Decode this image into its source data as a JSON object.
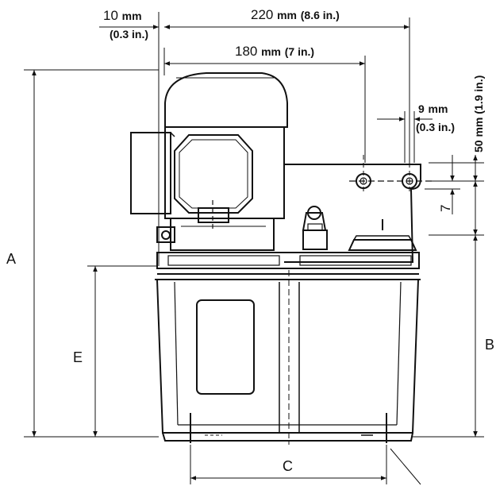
{
  "dimensions": {
    "offset_10": {
      "value": "10",
      "unit": "mm",
      "inch": "(0.3 in.)"
    },
    "width_220": {
      "value": "220",
      "unit": "mm",
      "inch": "(8.6 in.)"
    },
    "width_180": {
      "value": "180",
      "unit": "mm",
      "inch": "(7 in.)"
    },
    "hole_9": {
      "value": "9",
      "unit": "mm",
      "inch": "(0.3 in.)"
    },
    "height_50": {
      "text": "50 mm (1.9 in.)"
    },
    "small_7": {
      "text": "7"
    }
  },
  "labels": {
    "A": "A",
    "B": "B",
    "C": "C",
    "E": "E"
  }
}
